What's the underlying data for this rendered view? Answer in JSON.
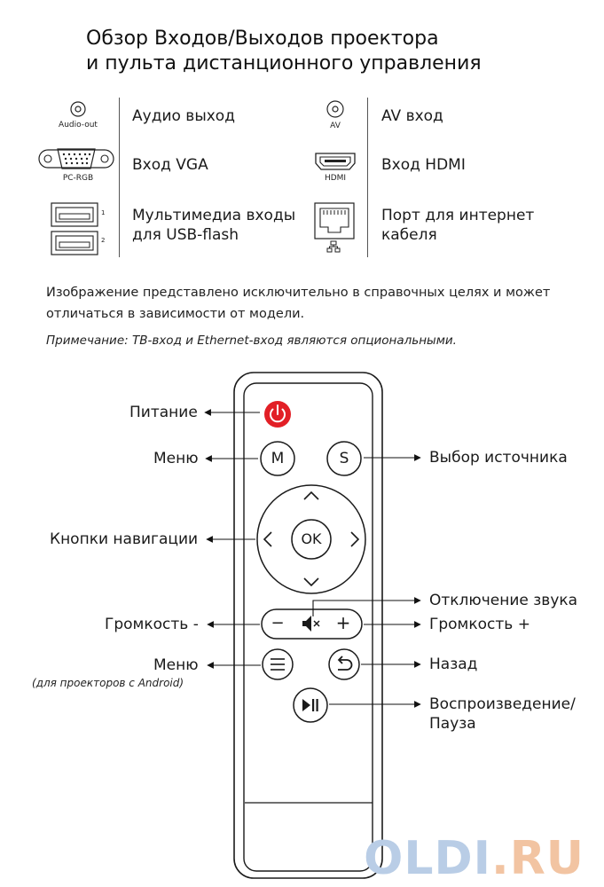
{
  "title": {
    "line1": "Обзор Входов/Выходов проектора",
    "line2": "и пульта дистанционного управления"
  },
  "ports": {
    "audio_out": {
      "caption": "Audio-out",
      "label": "Аудио выход",
      "icon": "audio-jack-icon"
    },
    "av": {
      "caption": "AV",
      "label": "AV вход",
      "icon": "av-jack-icon"
    },
    "vga": {
      "caption": "PC-RGB",
      "label": "Вход VGA",
      "icon": "vga-port-icon"
    },
    "hdmi": {
      "caption": "HDMI",
      "label": "Вход HDMI",
      "icon": "hdmi-port-icon"
    },
    "usb": {
      "caption_1": "1",
      "caption_2": "2",
      "label_line1": "Мультимедиа входы",
      "label_line2": "для USB-flash",
      "icon": "usb-port-icon"
    },
    "ethernet": {
      "label_line1": "Порт для интернет",
      "label_line2": "кабеля",
      "icon": "ethernet-port-icon"
    }
  },
  "disclaimer": {
    "line1": "Изображение представлено исключительно в справочных целях и может",
    "line2": "отличаться в зависимости от модели."
  },
  "note": "Примечание: ТВ-вход и Ethernet-вход являются опциональными.",
  "remote": {
    "buttons": {
      "m": "M",
      "s": "S",
      "ok": "OK",
      "minus": "−",
      "plus": "+"
    },
    "labels": {
      "power": "Питание",
      "menu": "Меню",
      "source": "Выбор источника",
      "navigation": "Кнопки навигации",
      "mute": "Отключение звука",
      "volume_down": "Громкость -",
      "volume_up": "Громкость +",
      "menu_android": "Меню",
      "menu_android_note": "(для проекторов с Android)",
      "back": "Назад",
      "play_line1": "Воспроизведение/",
      "play_line2": "Пауза"
    },
    "colors": {
      "power_button": "#e21f26",
      "outline": "#1a1a1a"
    }
  },
  "watermark": {
    "part1": "OLDI",
    "part2": ".RU",
    "color1": "#b9cde6",
    "color2": "#f2c4a2"
  }
}
